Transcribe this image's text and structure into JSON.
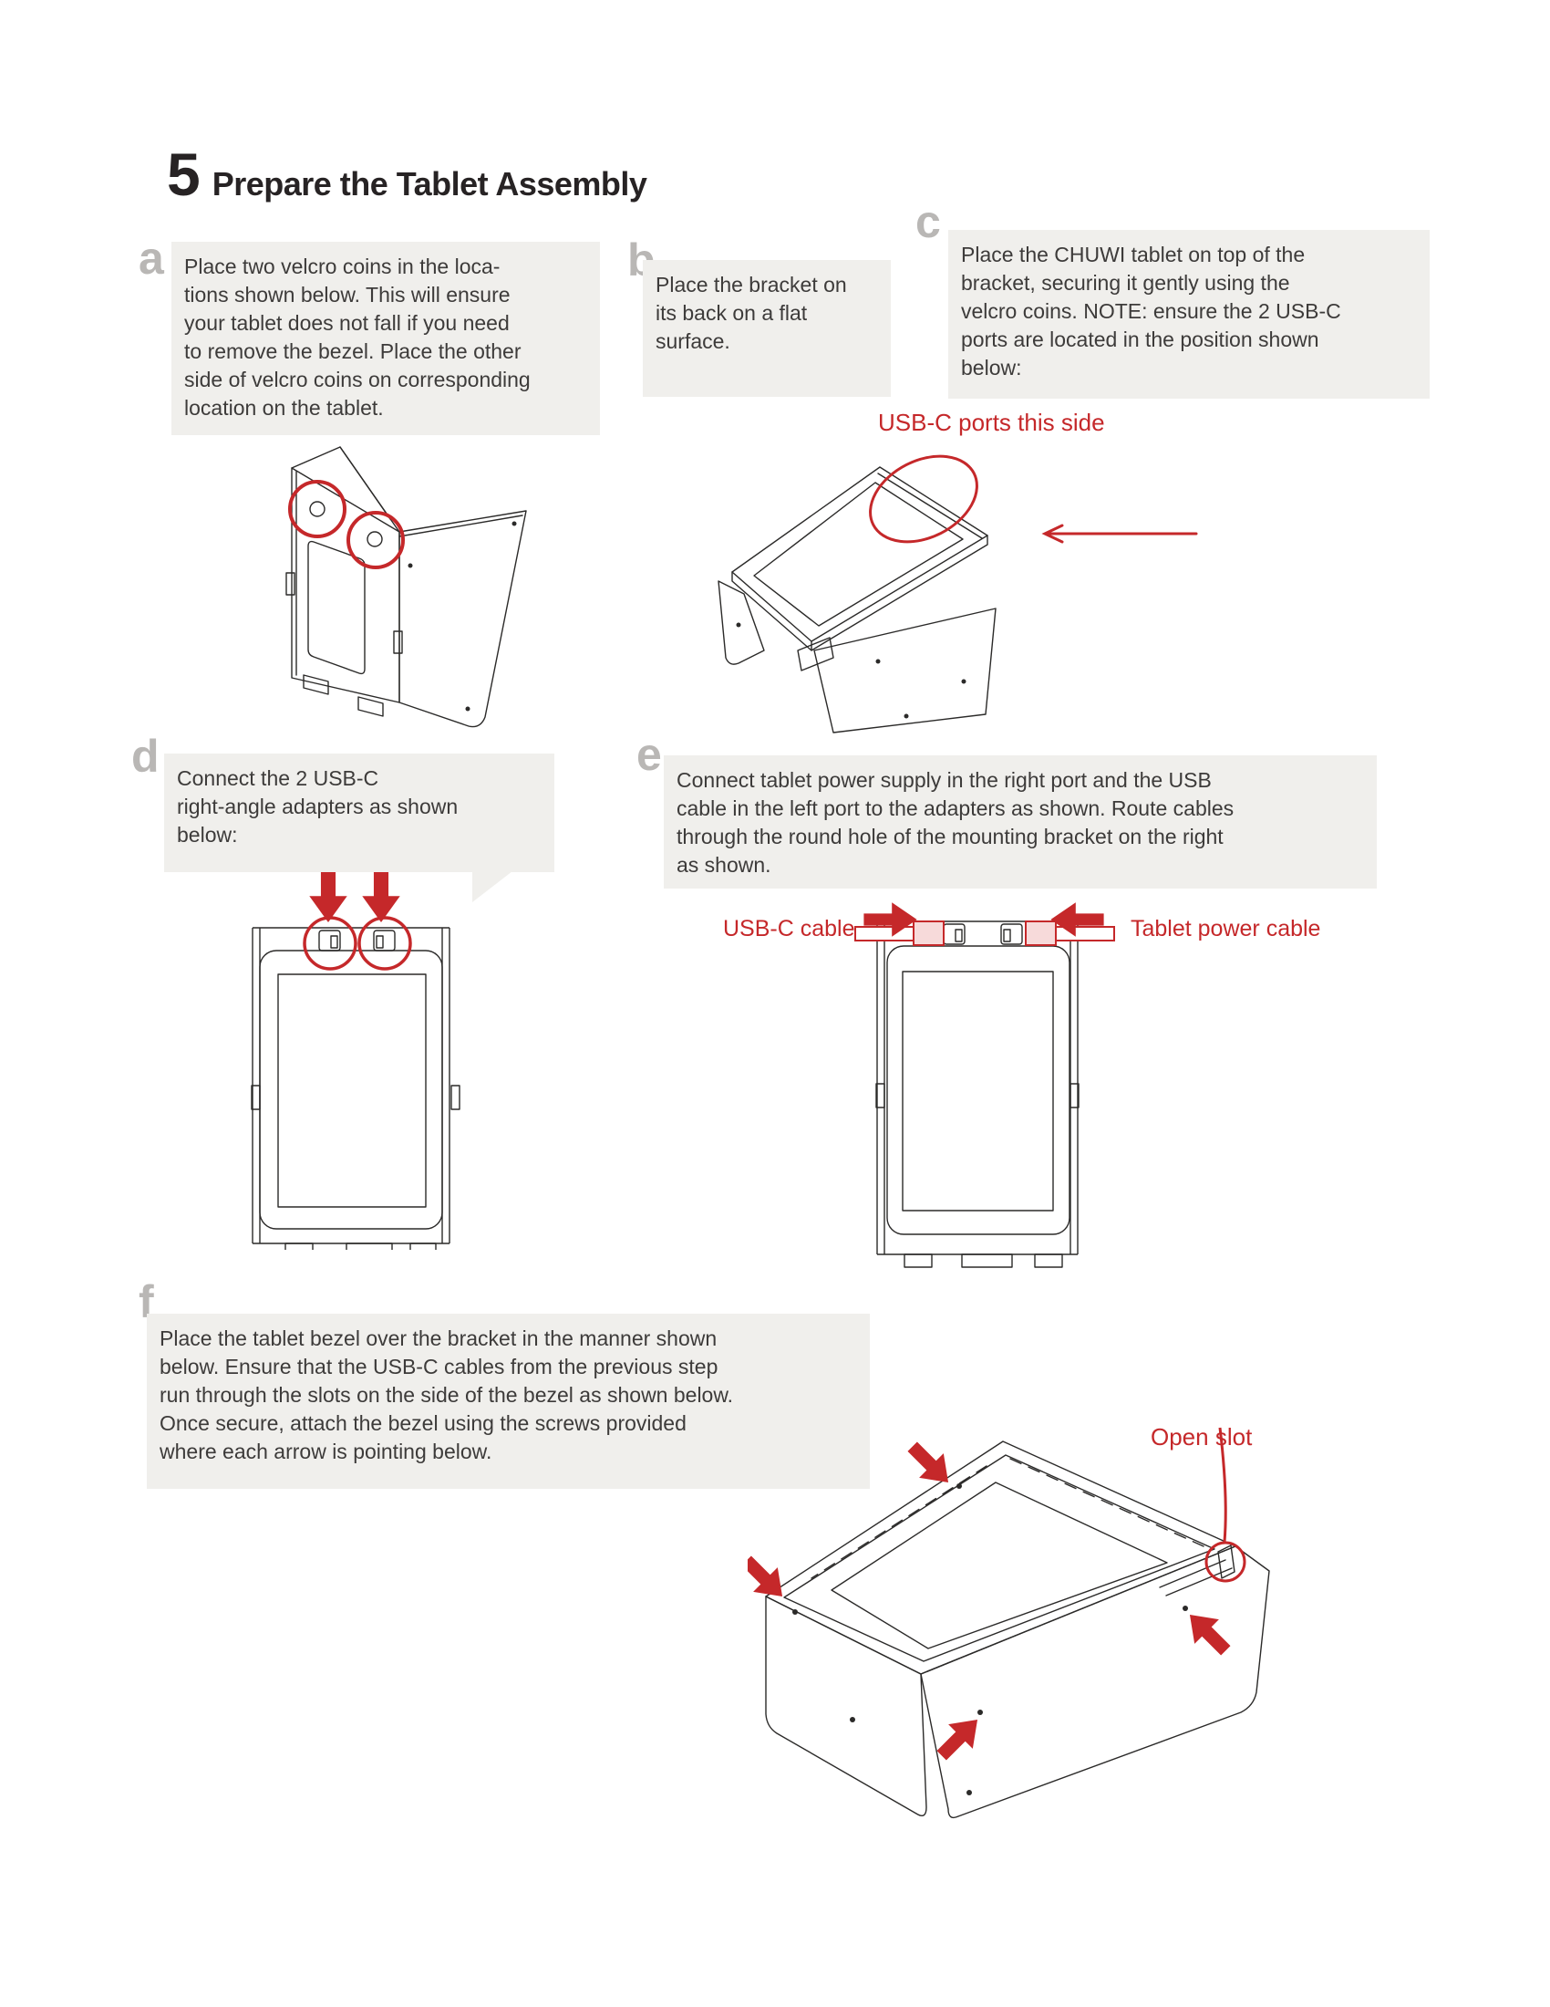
{
  "page": {
    "step_number": "5",
    "title": "Prepare the Tablet Assembly"
  },
  "steps": [
    {
      "id": "a",
      "letter": "a",
      "text": "Place two velcro coins in the loca-\ntions shown below. This will ensure\nyour tablet does not fall if you need\nto remove the bezel. Place the other\nside of velcro coins on corresponding\nlocation on the tablet."
    },
    {
      "id": "b",
      "letter": "b",
      "text": "Place the bracket on\nits back on a flat\nsurface."
    },
    {
      "id": "c",
      "letter": "c",
      "text": "Place the CHUWI tablet on top of the\nbracket, securing it gently using the\nvelcro coins. NOTE: ensure the 2 USB-C\nports are located in the position shown\nbelow:"
    },
    {
      "id": "d",
      "letter": "d",
      "text": "Connect the 2 USB-C\nright-angle adapters as shown\nbelow:"
    },
    {
      "id": "e",
      "letter": "e",
      "text": "Connect tablet power supply in the right port and the USB\ncable in the left port to the adapters as shown. Route cables\nthrough the round hole of the mounting bracket on the right\nas shown."
    },
    {
      "id": "f",
      "letter": "f",
      "text": "Place the tablet bezel over the bracket in the manner shown\nbelow. Ensure that the USB-C cables from the previous step\nrun through the slots on the side of the bezel as shown below.\nOnce secure, attach the bezel using the screws provided\nwhere each arrow is pointing below."
    }
  ],
  "annotations": {
    "usb_ports_side": "USB-C ports this side",
    "usb_cable": "USB-C cable",
    "power_cable": "Tablet power cable",
    "open_slot": "Open slot"
  },
  "colors": {
    "accent_red": "#c5282a",
    "step_letter_gray": "#b9b7b5",
    "box_background": "#f0efec",
    "body_text": "#3d3b3a",
    "title_text": "#272324",
    "line_art": "#2b2a29"
  }
}
